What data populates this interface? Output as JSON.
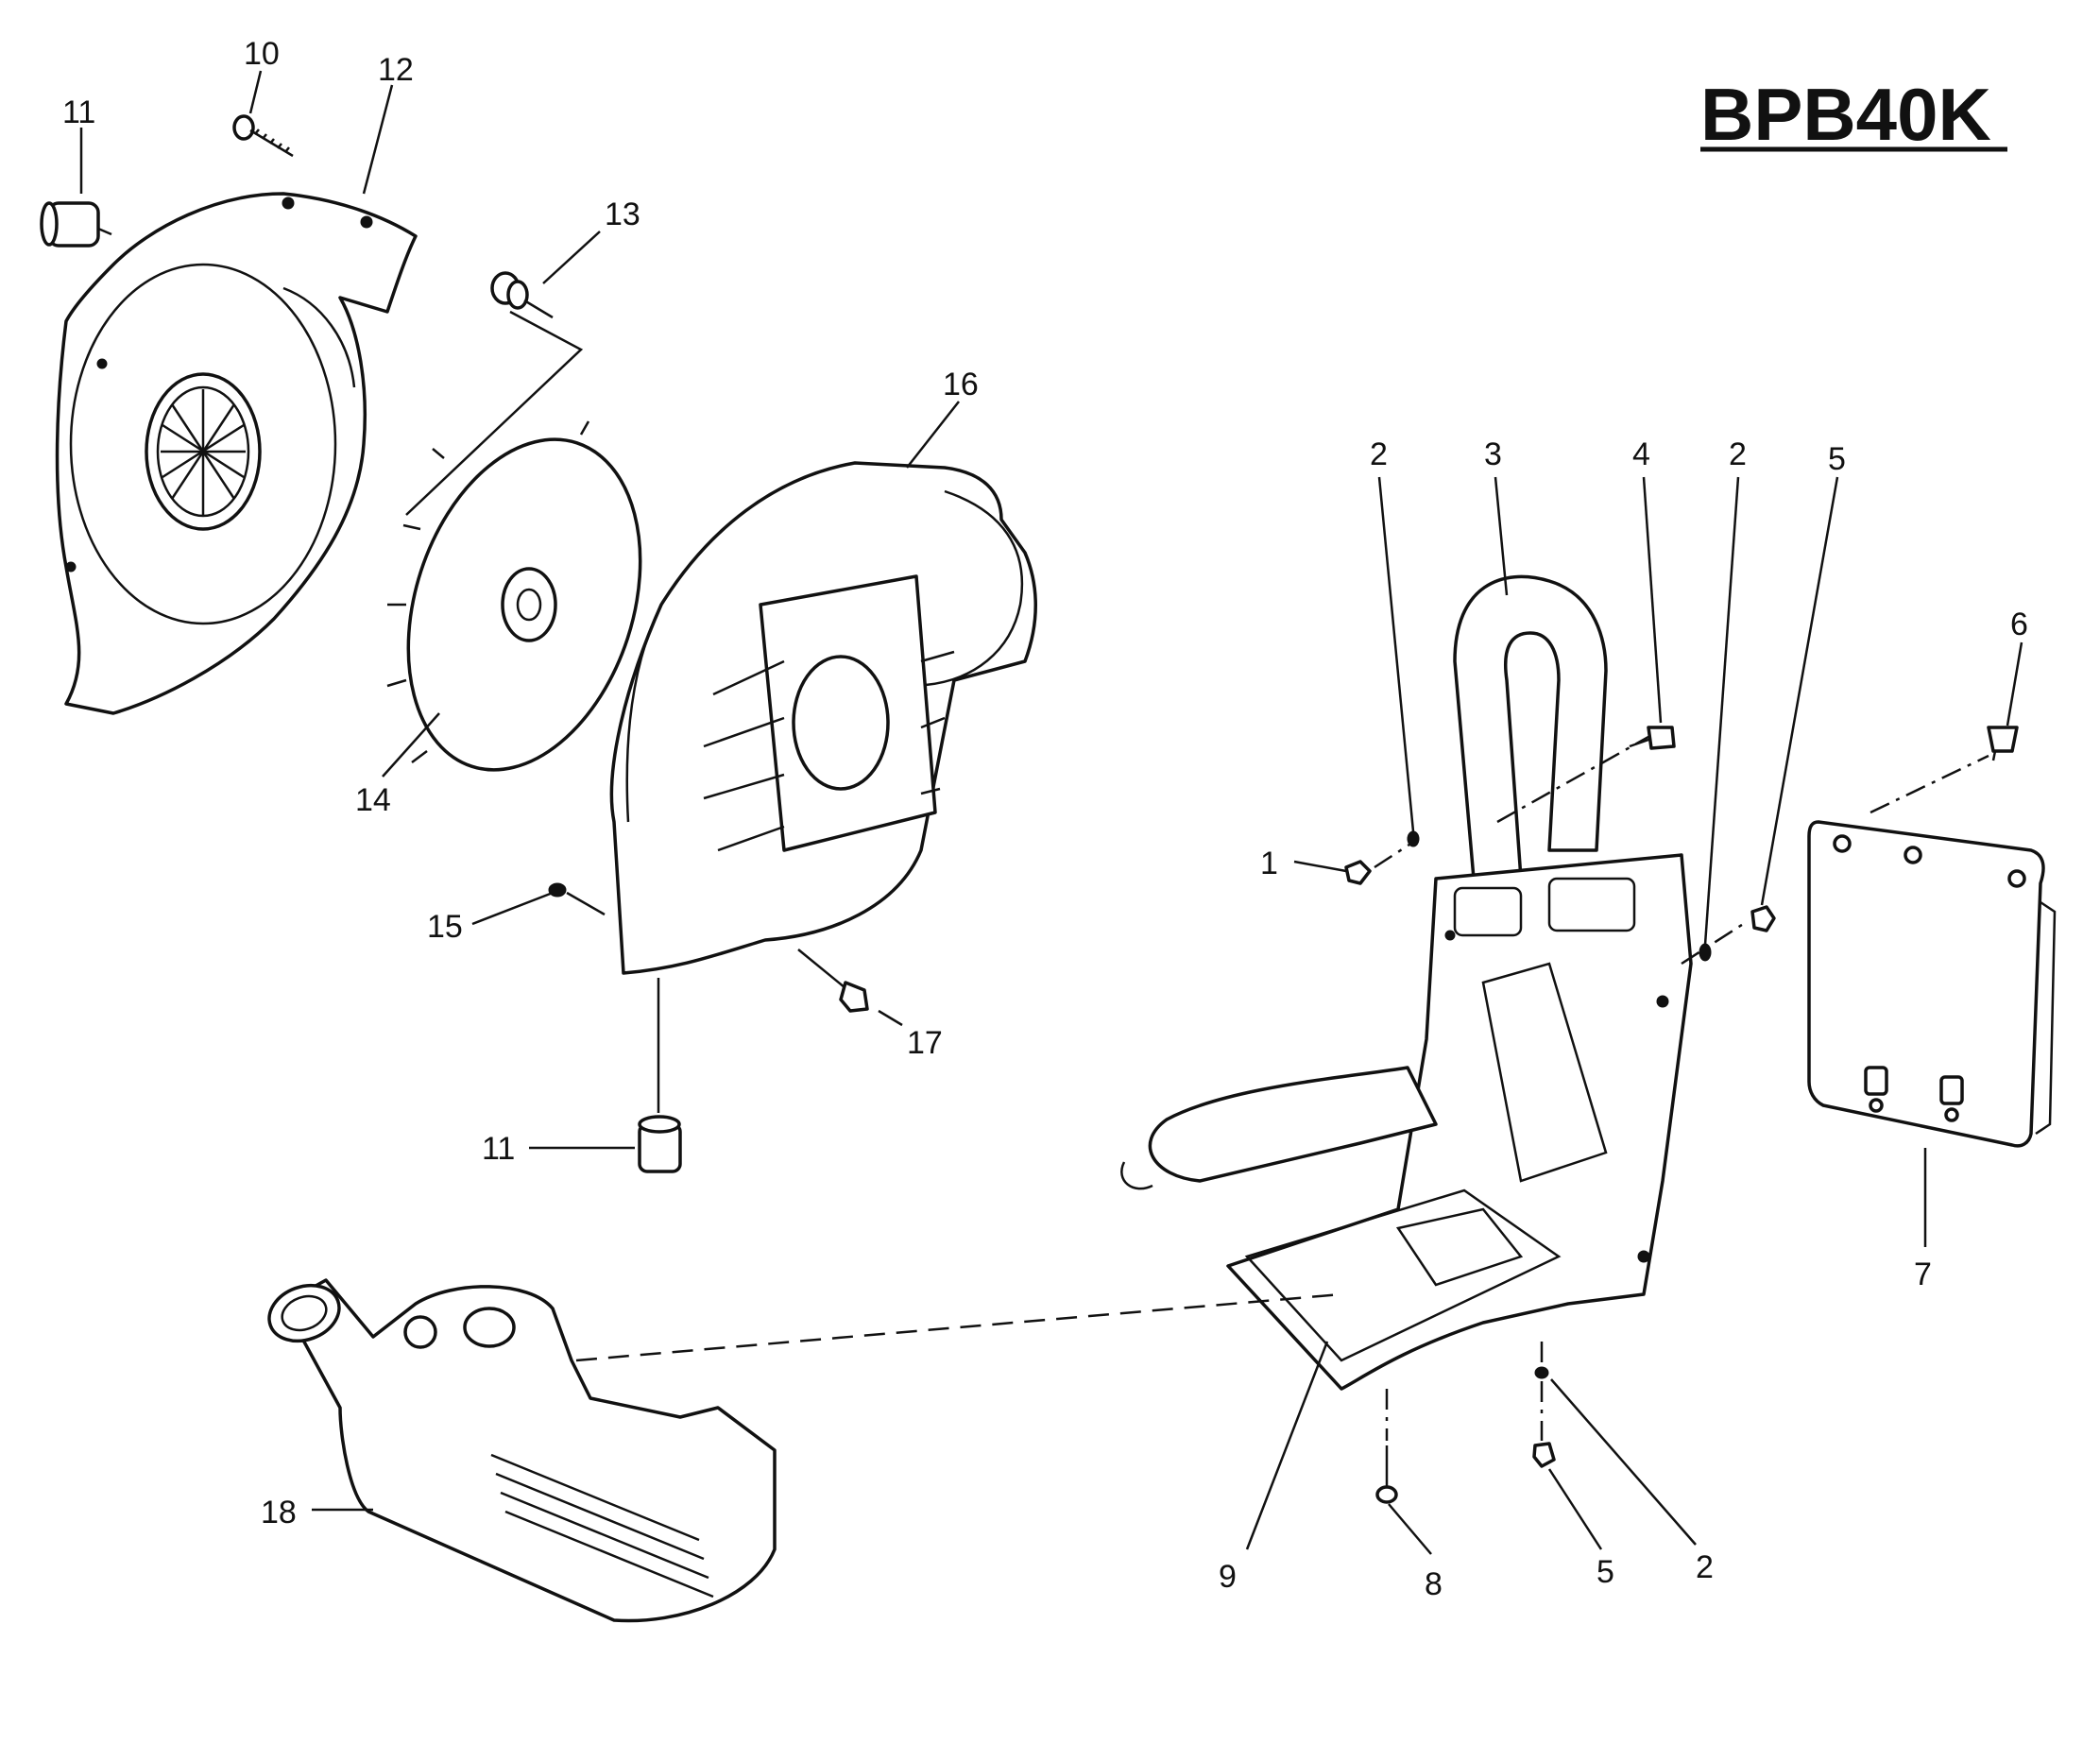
{
  "title": "BPB40K",
  "callouts": {
    "c1": "1",
    "c2a": "2",
    "c2b": "2",
    "c2c": "2",
    "c3": "3",
    "c4": "4",
    "c5a": "5",
    "c5b": "5",
    "c6": "6",
    "c7": "7",
    "c8": "8",
    "c9": "9",
    "c10": "10",
    "c11a": "11",
    "c11b": "11",
    "c12": "12",
    "c13": "13",
    "c14": "14",
    "c15": "15",
    "c16": "16",
    "c17": "17",
    "c18": "18"
  }
}
